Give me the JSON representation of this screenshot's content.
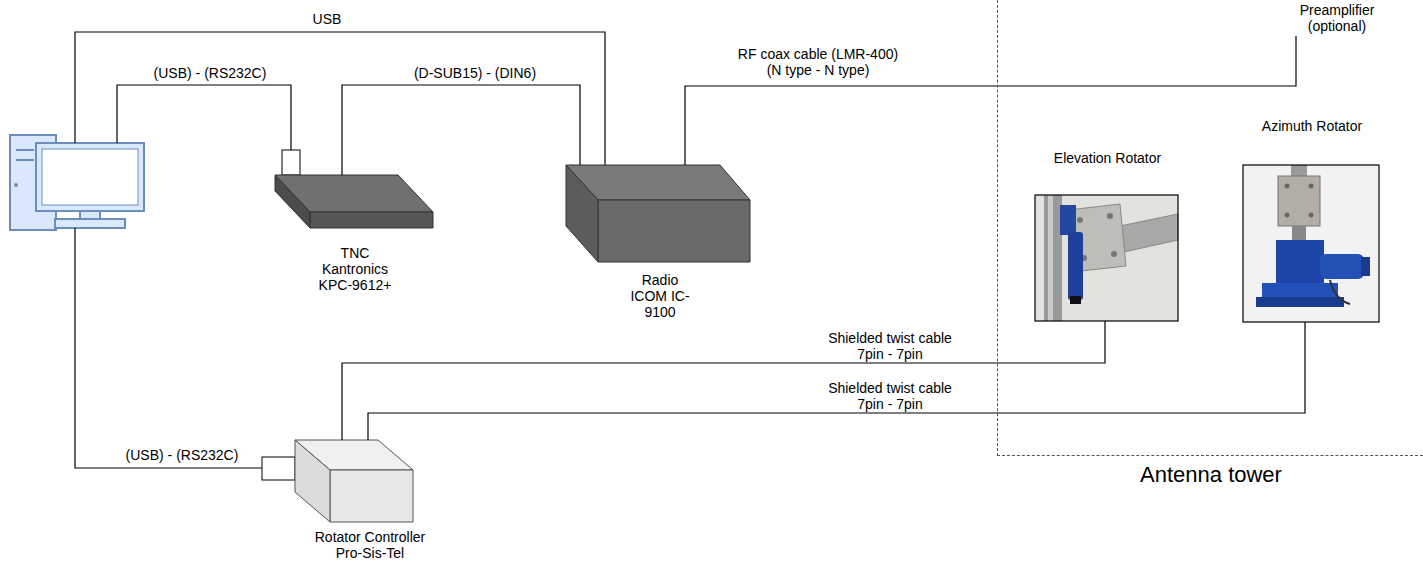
{
  "diagram": {
    "nodes": [
      {
        "text": [
          "TNC Kantronics KPC-9612+"
        ]
      },
      {
        "text": [
          "Radio ICOM IC-9100"
        ]
      },
      {
        "text": [
          "Antenna tower"
        ]
      },
      {
        "text": [
          "Preamplifier (optional)"
        ],
        "in": 2
      },
      {
        "text": [
          "Elevation Rotator"
        ],
        "in": 2
      },
      {
        "text": [
          "Azimuth Rotator"
        ],
        "in": 2
      },
      {
        "text": [
          "Rotator Controller Pro-Sis-Tel"
        ]
      }
    ],
    "edges": [
      {
        "from": 0,
        "to": 1,
        "arrow": "none",
        "label": "(D-SUB15) - (DIN6)"
      },
      {
        "from": 1,
        "to": 3,
        "arrow": "none",
        "label": "RF coax cable (LMR-400) (N type - N type)"
      },
      {
        "from": 6,
        "to": 4,
        "arrow": "none",
        "label": "Shielded twist cable 7pin - 7pin"
      },
      {
        "from": 6,
        "to": 5,
        "arrow": "none",
        "label": "Shielded twist cable 7pin - 7pin"
      }
    ],
    "labels": [
      "USB",
      "(USB) - (RS232C)",
      "(USB) - (RS232C)"
    ]
  }
}
